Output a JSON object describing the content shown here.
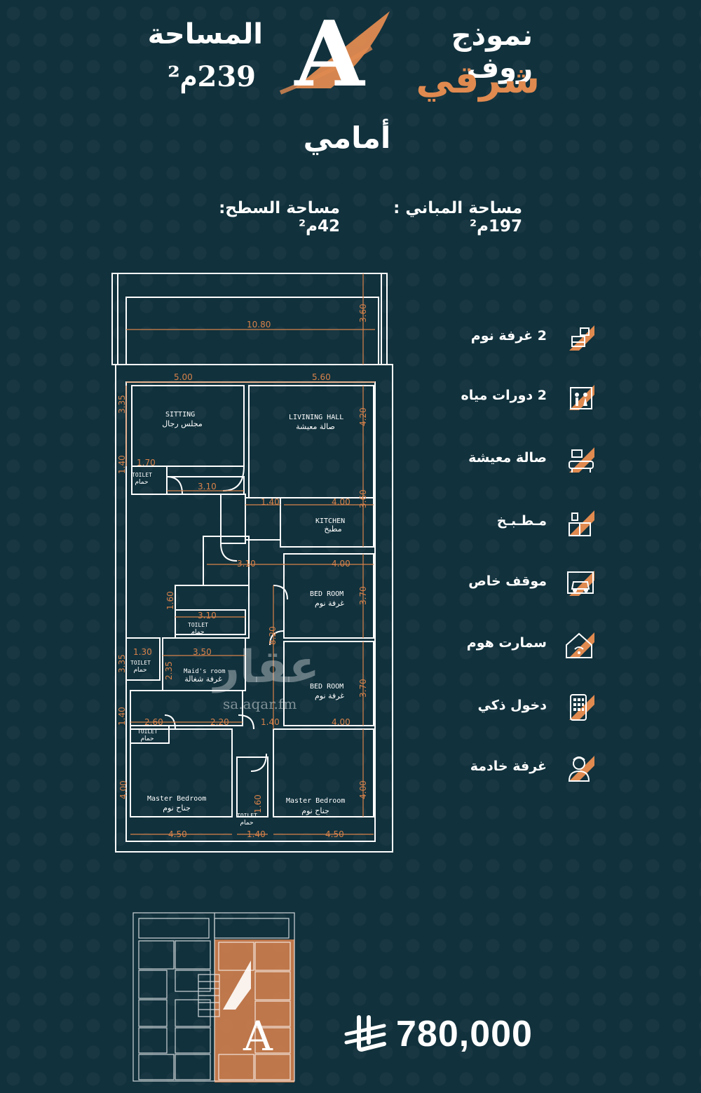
{
  "header": {
    "model_line1": "نموذج روف",
    "model_line2": "شرقي",
    "model_letter": "A",
    "area_label": "المساحة",
    "area_value": "239م²",
    "position": "أمامي",
    "building_area": "مساحة المباني : 197م²",
    "roof_area": "مساحة السطح: 42م²"
  },
  "plan": {
    "rooms": {
      "sitting_en": "SITTING",
      "sitting_ar": "مجلس رجال",
      "living_en": "LIVINING HALL",
      "living_ar": "صالة معيشة",
      "kitchen_en": "KITCHEN",
      "kitchen_ar": "مطبخ",
      "bed1_en": "BED ROOM",
      "bed1_ar": "غرفة نوم",
      "bed2_en": "BED ROOM",
      "bed2_ar": "غرفة نوم",
      "maid_en": "Maid's room",
      "maid_ar": "غرفة شغالة",
      "toilet1_en": "TOILET",
      "toilet1_ar": "حمام",
      "toilet2_en": "TOILET",
      "toilet2_ar": "حمام",
      "toilet3_en": "TOILET",
      "toilet3_ar": "حمام",
      "toilet4_en": "TOILET",
      "toilet4_ar": "حمام",
      "toilet5_en": "TOILET",
      "toilet5_ar": "حمام",
      "master1_en": "Master Bedroom",
      "master1_ar": "جناح نوم",
      "master2_en": "Master Bedroom",
      "master2_ar": "جناح نوم"
    },
    "dims": {
      "d_10_80": "10.80",
      "d_3_60a": "3.60",
      "d_5_00": "5.00",
      "d_5_60": "5.60",
      "d_3_35": "3.35",
      "d_4_20": "4.20",
      "d_1_40a": "1.40",
      "d_1_70": "1.70",
      "d_3_10a": "3.10",
      "d_1_40b": "1.40",
      "d_4_00a": "4.00",
      "d_3_60b": "3.60",
      "d_3_10b": "3.10",
      "d_4_00b": "4.00",
      "d_3_70a": "3.70",
      "d_1_60": "1.60",
      "d_3_10c": "3.10",
      "d_8_20": "8.20",
      "d_1_30": "1.30",
      "d_3_50": "3.50",
      "d_3_35b": "3.35",
      "d_2_35": "2.35",
      "d_3_70b": "3.70",
      "d_1_40c": "1.40",
      "d_2_60": "2.60",
      "d_2_20": "2.20",
      "d_1_40d": "1.40",
      "d_4_00c": "4.00",
      "d_4_00d": "4.00",
      "d_1_60b": "1.60",
      "d_4_00e": "4.00",
      "d_4_50a": "4.50",
      "d_1_40e": "1.40",
      "d_4_50b": "4.50"
    }
  },
  "features": [
    {
      "label": "2 غرفة نوم",
      "icon": "bedroom-icon"
    },
    {
      "label": "2 دورات مياه",
      "icon": "wc-icon"
    },
    {
      "label": "صالة معيشة",
      "icon": "living-room-icon"
    },
    {
      "label": "مـطـبـخ",
      "icon": "kitchen-icon"
    },
    {
      "label": "موقف خاص",
      "icon": "parking-icon"
    },
    {
      "label": "سمارت هوم",
      "icon": "smart-home-icon"
    },
    {
      "label": "دخول ذكي",
      "icon": "smart-entry-icon"
    },
    {
      "label": "غرفة خادمة",
      "icon": "maid-room-icon"
    }
  ],
  "watermark": {
    "brand": "عقار",
    "url": "sa.aqar.fm"
  },
  "thumbnail": {
    "letter": "A"
  },
  "price": {
    "value": "780,000",
    "currency_icon": "riyal-icon"
  },
  "colors": {
    "background": "#11313c",
    "accent": "#e08a50",
    "text": "#ffffff"
  }
}
